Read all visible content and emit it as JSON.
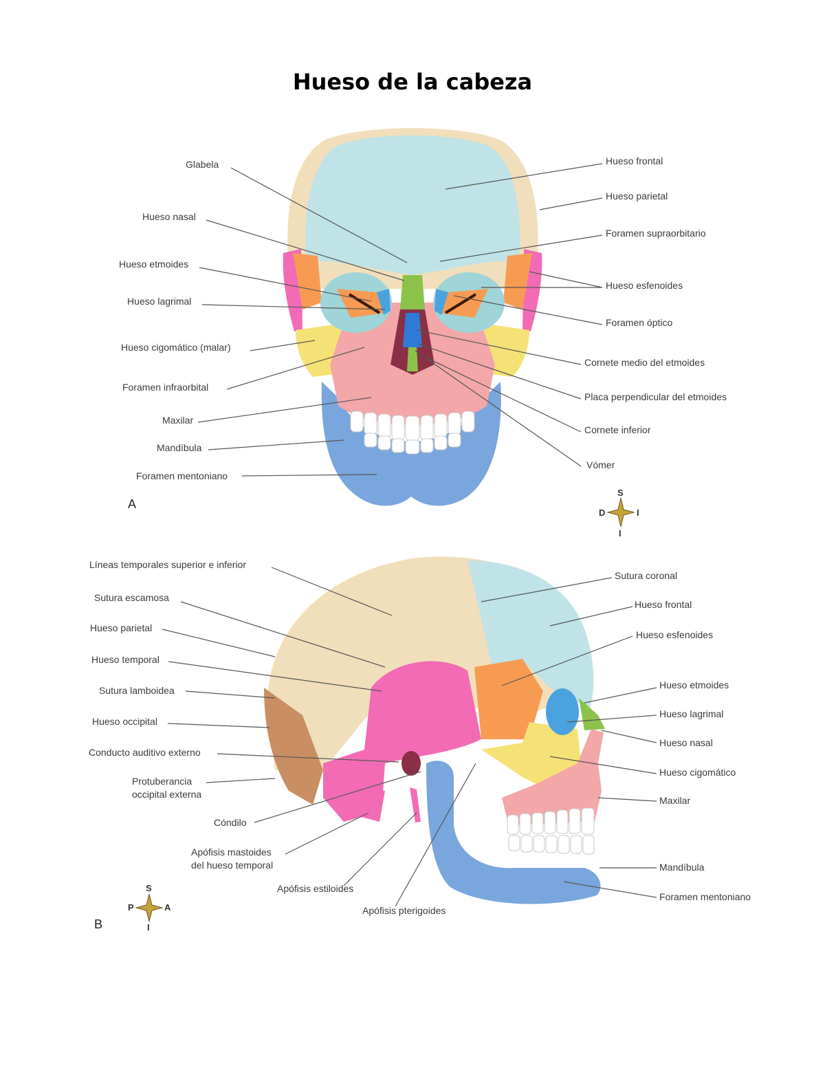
{
  "title": "Hueso de la cabeza",
  "colors": {
    "frontal": "#bfe3e6",
    "parietal": "#f1dfbb",
    "esfenoides": "#f79b52",
    "etmoides": "#8bc34a",
    "lagrimal": "#4aa3df",
    "nasal": "#8bc34a",
    "cigomatico": "#f5e276",
    "maxilar": "#f3a7a8",
    "mandibula": "#79a6dc",
    "temporal": "#f26bb4",
    "occipital": "#c98e62",
    "vomer": "#2e7bd6"
  },
  "figure_a": {
    "panel": "A",
    "compass": {
      "top": "S",
      "left": "D",
      "right": "I",
      "bottom": "I"
    },
    "labels_left": [
      "Glabela",
      "Hueso nasal",
      "Hueso etmoides",
      "Hueso lagrimal",
      "Hueso cigomático (malar)",
      "Foramen infraorbital",
      "Maxilar",
      "Mandíbula",
      "Foramen mentoniano"
    ],
    "labels_right": [
      "Hueso frontal",
      "Hueso parietal",
      "Foramen supraorbitario",
      "Hueso esfenoides",
      "Foramen óptico",
      "Cornete medio del etmoides",
      "Placa perpendicular del etmoides",
      "Cornete inferior",
      "Vómer"
    ]
  },
  "figure_b": {
    "panel": "B",
    "compass": {
      "top": "S",
      "left": "P",
      "right": "A",
      "bottom": "I"
    },
    "labels_left": [
      "Líneas temporales superior e inferior",
      "Sutura escamosa",
      "Hueso parietal",
      "Hueso temporal",
      "Sutura lamboidea",
      "Hueso occipital",
      "Conducto auditivo externo",
      "Protuberancia",
      "occipital externa",
      "Cóndilo",
      "Apófisis mastoides",
      "del hueso temporal",
      "Apófisis estiloides",
      "Apófisis pterigoides"
    ],
    "labels_right": [
      "Sutura coronal",
      "Hueso frontal",
      "Hueso esfenoides",
      "Hueso etmoides",
      "Hueso lagrimal",
      "Hueso nasal",
      "Hueso cigomático",
      "Maxilar",
      "Mandíbula",
      "Foramen mentoniano"
    ]
  }
}
